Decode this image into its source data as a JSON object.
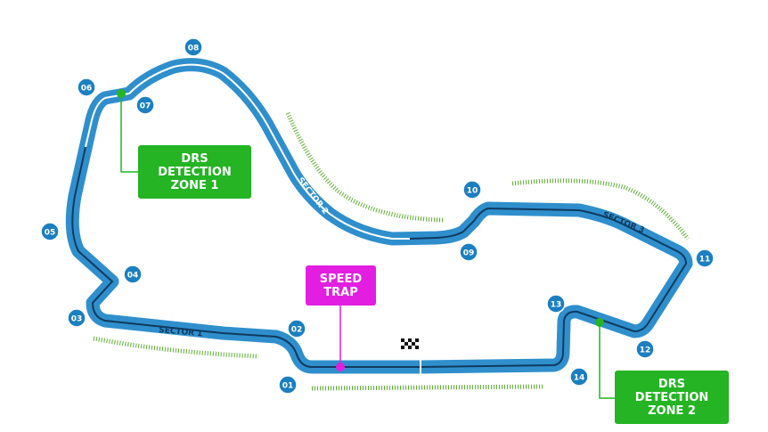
{
  "title": "Circuit map",
  "turns": [
    "01",
    "02",
    "03",
    "04",
    "05",
    "06",
    "07",
    "08",
    "09",
    "10",
    "11",
    "12",
    "13",
    "14"
  ],
  "sectors": [
    "SECTOR 1",
    "SECTOR 2",
    "SECTOR 3"
  ],
  "drs_zone_1": {
    "line1": "DRS",
    "line2": "DETECTION",
    "line3": "ZONE 1"
  },
  "drs_zone_2": {
    "line1": "DRS",
    "line2": "DETECTION",
    "line3": "ZONE 2"
  },
  "speed_trap": {
    "line1": "SPEED",
    "line2": "TRAP"
  },
  "colors": {
    "track": "#2f8fcc",
    "turn_marker": "#1b7fc0",
    "sector_line": "#0f3a5f",
    "drs": "#24b424",
    "speed_trap": "#e21fe0"
  }
}
